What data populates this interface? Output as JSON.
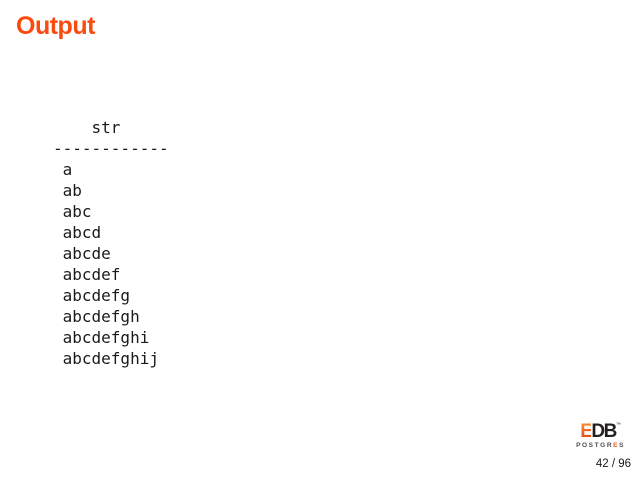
{
  "slide": {
    "title": "Output",
    "page_number": "42 / 96"
  },
  "output_block": {
    "description": "psql query result listing",
    "lines": [
      "    str",
      "------------",
      " a",
      " ab",
      " abc",
      " abcd",
      " abcde",
      " abcdef",
      " abcdefg",
      " abcdefgh",
      " abcdefghi",
      " abcdefghij"
    ],
    "column_header": "str",
    "rows": [
      "a",
      "ab",
      "abc",
      "abcd",
      "abcde",
      "abcdef",
      "abcdefg",
      "abcdefgh",
      "abcdefghi",
      "abcdefghij"
    ]
  },
  "logo": {
    "edb_e": "E",
    "edb_db": "DB",
    "trademark": "™",
    "postgres_before_e": "POSTGR",
    "postgres_e": "E",
    "postgres_after_e": "S"
  },
  "colors": {
    "title_orange": "#FB4A10",
    "logo_orange": "#F15A22",
    "logo_black": "#231F20",
    "code_text": "#1A1A1A",
    "background": "#FFFFFF"
  }
}
